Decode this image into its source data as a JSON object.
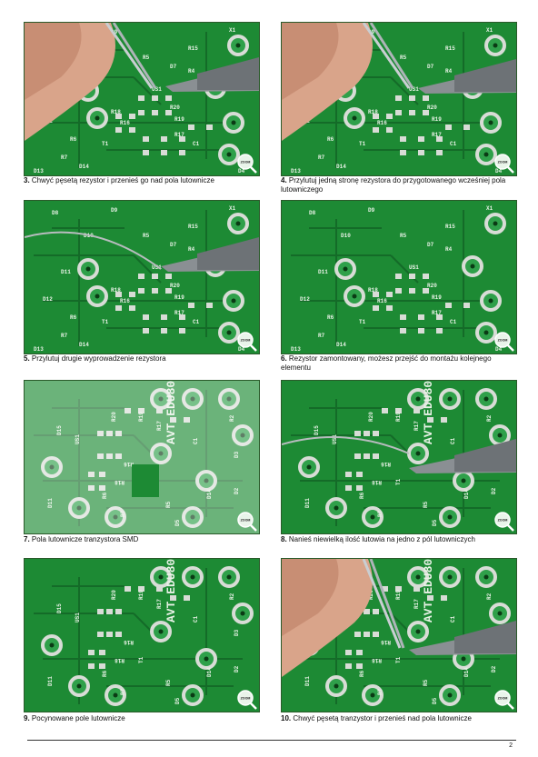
{
  "zoom_label": "ZOOM",
  "page_number": "2",
  "captions": [
    {
      "num": "3.",
      "text": "Chwyć pęsetą rezystor i przenieś go nad pola lutownicze"
    },
    {
      "num": "4.",
      "text": "Przylutuj jedną stronę rezystora do przygotowanego wcześniej pola lutowniczego"
    },
    {
      "num": "5.",
      "text": "Przylutuj drugie wyprowadzenie rezystora"
    },
    {
      "num": "6.",
      "text": "Rezystor zamontowany, możesz przejść do montażu kolejnego elementu"
    },
    {
      "num": "7.",
      "text": "Pola lutownicze tranzystora SMD"
    },
    {
      "num": "8.",
      "text": "Nanieś niewielką ilość lutowia na jedno z pól lutowniczych"
    },
    {
      "num": "9.",
      "text": "Pocynowane pole lutownicze"
    },
    {
      "num": "10.",
      "text": "Chwyć pęsetą tranzystor i przenieś nad pola lutownicze"
    }
  ],
  "board_labels": {
    "top": [
      "D9",
      "D10",
      "D8",
      "D11",
      "D7",
      "D12",
      "R5",
      "R4",
      "US1",
      "R18",
      "R16",
      "R20",
      "R19",
      "R17",
      "R15",
      "T1",
      "C1",
      "R7",
      "R6",
      "D4",
      "D13",
      "D14",
      "X1"
    ],
    "rotated": [
      "AVT EDU800",
      "D15",
      "US1",
      "R20",
      "R19",
      "R17",
      "R16",
      "R18",
      "T1",
      "C1",
      "R2",
      "D3",
      "D2",
      "D14",
      "D11",
      "R6",
      "R5",
      "R7",
      "D5"
    ]
  },
  "colors": {
    "board": "#1d8a34",
    "board_dark": "#146b28",
    "pad": "#d8dcd6",
    "silk": "#e8f2e6",
    "skin": "#d9a48a",
    "iron": "#8a8f93"
  }
}
